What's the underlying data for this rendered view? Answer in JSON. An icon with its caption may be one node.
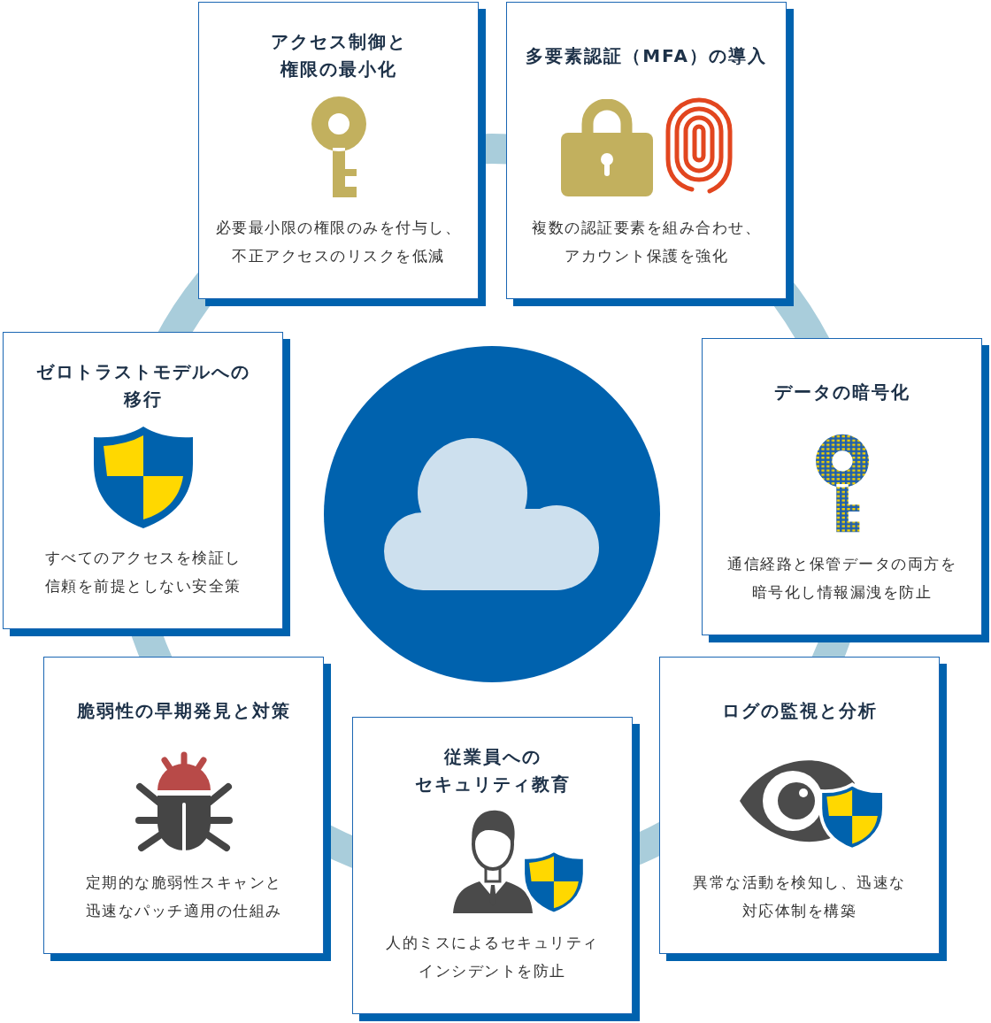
{
  "diagram": {
    "nodes": [
      {
        "text": [
          "アクセス制御と権限の最小化",
          "必要最小限の権限のみを付与し、不正アクセスのリスクを低減"
        ]
      },
      {
        "text": [
          "多要素認証（MFA）の導入",
          "複数の認証要素を組み合わせ、アカウント保護を強化"
        ]
      },
      {
        "text": [
          "ゼロトラストモデルへの移行",
          "すべてのアクセスを検証し信頼を前提としない安全策"
        ]
      },
      {
        "text": [
          "データの暗号化",
          "通信経路と保管データの両方を暗号化し情報漏洩を防止"
        ]
      },
      {
        "text": [
          "脆弱性の早期発見と対策",
          "定期的な脆弱性スキャンと迅速なパッチ適用の仕組み"
        ]
      },
      {
        "text": [
          "ログの監視と分析",
          "異常な活動を検知し、迅速な対応体制を構築"
        ]
      },
      {
        "text": [
          "従業員へのセキュリティ教育",
          "人的ミスによるセキュリティインシデントを防止"
        ]
      }
    ]
  }
}
